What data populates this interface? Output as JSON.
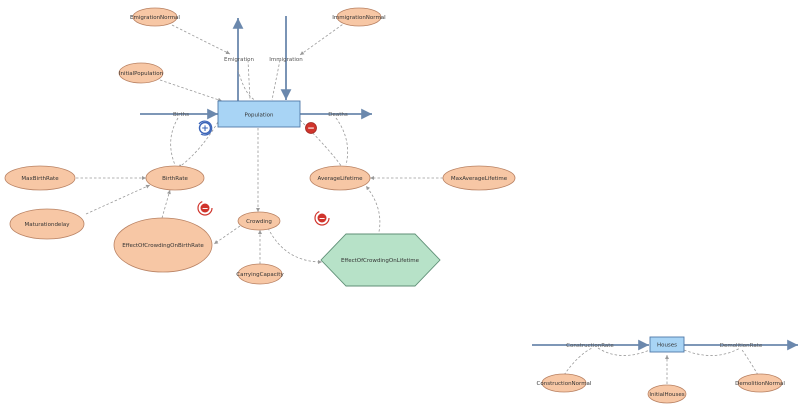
{
  "nodes": {
    "emigration_normal": "EmigrationNormal",
    "immigration_normal": "ImmigrationNormal",
    "initial_population": "InitialPopulation",
    "emigration": "Emigration",
    "immigration": "Immigration",
    "population": "Population",
    "births": "Births",
    "deaths": "Deaths",
    "max_birth_rate": "MaxBirthRate",
    "birth_rate": "BirthRate",
    "average_lifetime": "AverageLifetime",
    "max_average_lifetime": "MaxAverageLifetime",
    "maturation_delay": "Maturationdelay",
    "effect_crowding_birth": "EffectOfCrowdingOnBirthRate",
    "crowding": "Crowding",
    "effect_crowding_lifetime": "EffectOfCrowdingOnLifetime",
    "carrying_capacity": "CarryingCapacity",
    "construction_rate": "ConstructionRate",
    "houses": "Houses",
    "demolition_rate": "DemolitionRate",
    "construction_normal": "ConstructionNormal",
    "initial_houses": "InitialHouses",
    "demolition_normal": "DemolitionNormal"
  },
  "loops": {
    "births_loop": "+",
    "deaths_loop": "−",
    "crowding_birth_loop": "−",
    "crowding_lifetime_loop": "−"
  },
  "colors": {
    "variable_fill": "#f7c7a5",
    "stock_fill": "#a8d4f5",
    "highlight_fill": "#b7e2c8",
    "positive_loop": "#3a64b8",
    "negative_loop": "#d0342c"
  }
}
